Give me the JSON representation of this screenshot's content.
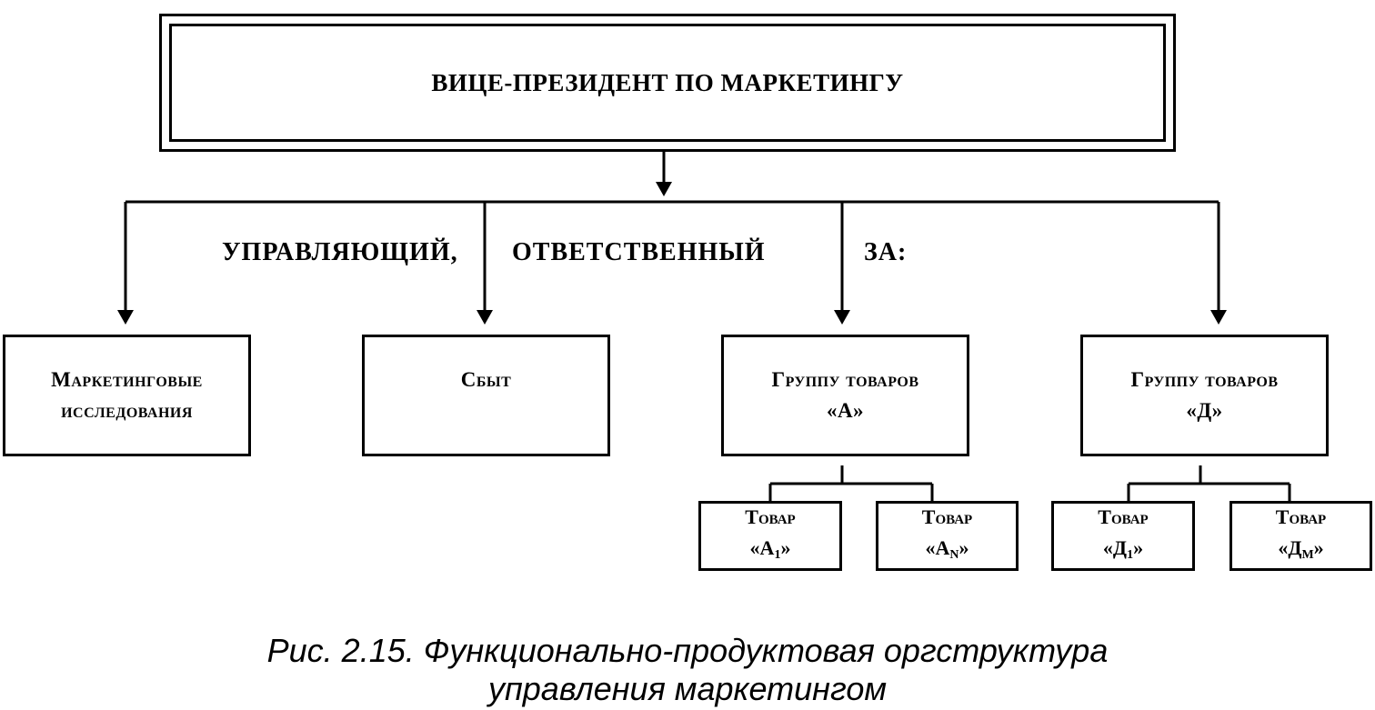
{
  "top": {
    "title": "ВИЦЕ-ПРЕЗИДЕНТ ПО МАРКЕТИНГУ"
  },
  "banner": {
    "part1": "УПРАВЛЯЮЩИЙ,",
    "part2": "ОТВЕТСТВЕННЫЙ",
    "part3": "ЗА:"
  },
  "departments": [
    {
      "line1": "Маркетинговые",
      "line2": "исследования"
    },
    {
      "line1": "Сбыт",
      "line2": ""
    },
    {
      "line1": "Группу товаров",
      "line2": "«А»"
    },
    {
      "line1": "Группу товаров",
      "line2": "«Д»"
    }
  ],
  "products": [
    {
      "label": "Товар",
      "prefix": "«А",
      "sub": "1",
      "suffix": "»"
    },
    {
      "label": "Товар",
      "prefix": "«А",
      "sub": "N",
      "suffix": "»"
    },
    {
      "label": "Товар",
      "prefix": "«Д",
      "sub": "1",
      "suffix": "»"
    },
    {
      "label": "Товар",
      "prefix": "«Д",
      "sub": "М",
      "suffix": "»"
    }
  ],
  "caption": {
    "line1": "Рис. 2.15. Функционально-продуктовая оргструктура",
    "line2": "управления маркетингом"
  }
}
